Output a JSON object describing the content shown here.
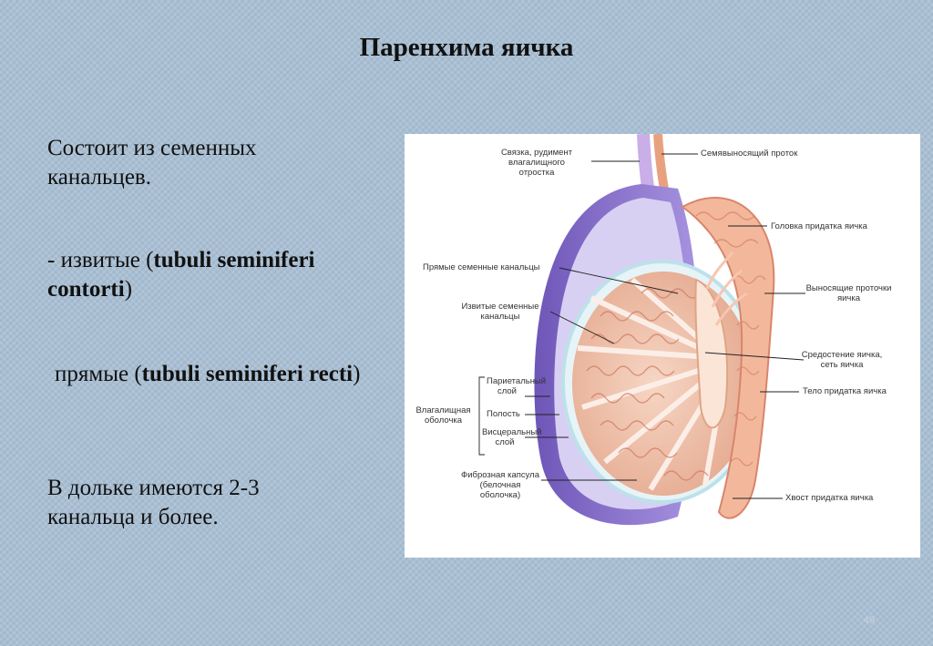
{
  "slide": {
    "title": "Паренхима яичка",
    "page_number": "49",
    "paragraphs": {
      "p1": "Состоит из семенных канальцев.",
      "p2_prefix": "- извитые (",
      "p2_bold": "tubuli seminiferi contorti",
      "p2_suffix": ")",
      "p3_prefix": "прямые (",
      "p3_bold": "tubuli seminiferi recti",
      "p3_suffix": ")",
      "p4": "В дольке имеются 2-3 канальца и более."
    }
  },
  "figure": {
    "labels": {
      "svyazka": "Связка, рудимент влагалищного отростка",
      "semyavynosyashchiy": "Семявыносящий проток",
      "golovka": "Головка придатка яичка",
      "pryamye": "Прямые семенные канальцы",
      "izvitye": "Извитые семенные канальцы",
      "vynosyashchie": "Выносящие проточки яичка",
      "sredostenie": "Средостение яичка, сеть яичка",
      "parietalny": "Париетальный слой",
      "vlagalishchnaya": "Влагалищная оболочка",
      "polost": "Полость",
      "telo": "Тело придатка яичка",
      "visceralny": "Висцеральный слой",
      "fibroznaya": "Фиброзная капсула (белочная оболочка)",
      "khvost": "Хвост придатка яичка"
    }
  }
}
